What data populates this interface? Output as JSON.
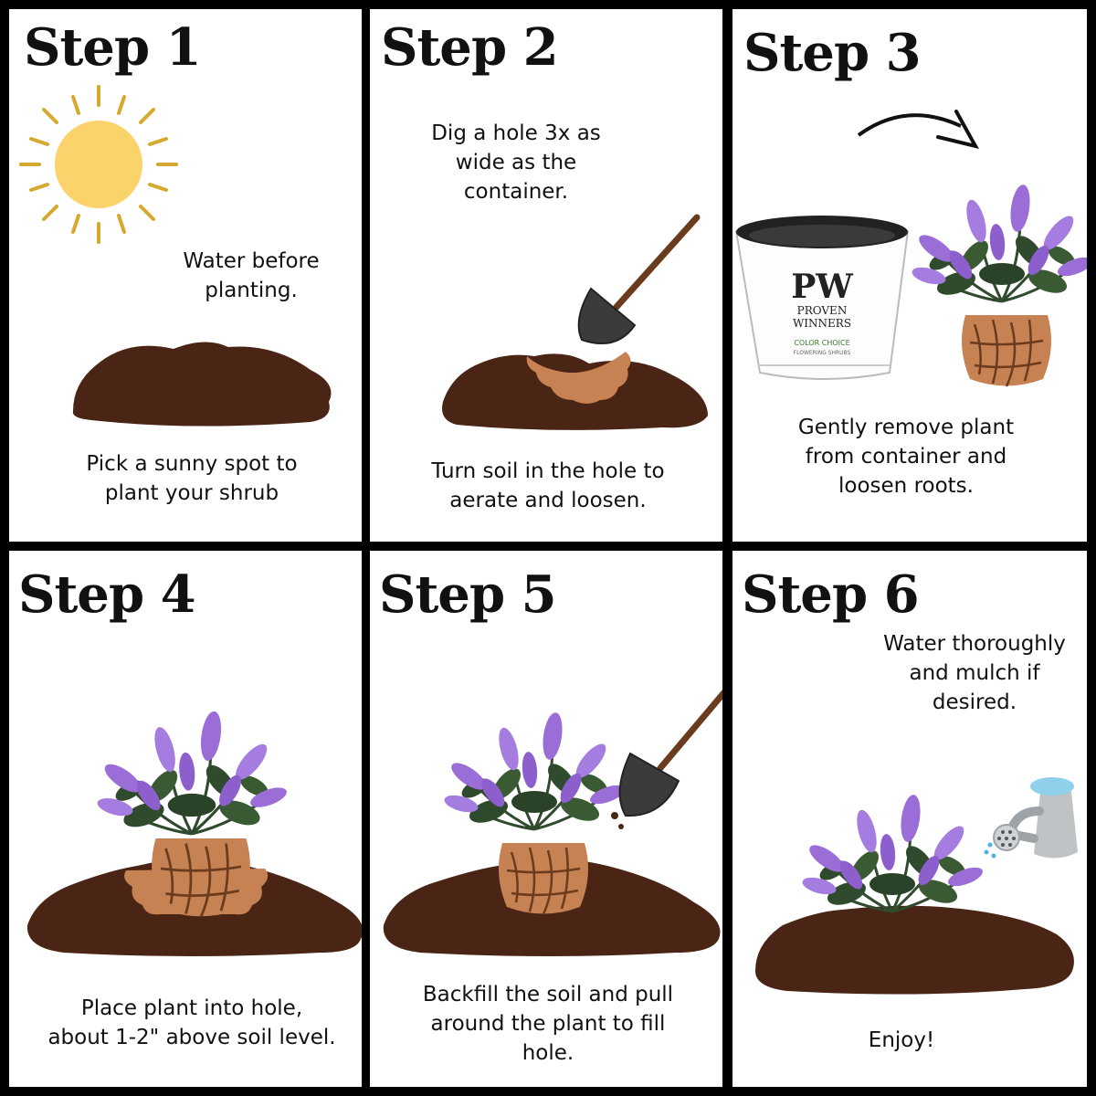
{
  "steps": [
    {
      "title": "Step 1",
      "captions": [
        "Water before\nplanting.",
        "Pick a sunny spot to\nplant your shrub"
      ]
    },
    {
      "title": "Step 2",
      "captions": [
        "Dig a hole 3x as\nwide as the\ncontainer.",
        "Turn soil in the hole to\naerate and loosen."
      ]
    },
    {
      "title": "Step 3",
      "captions": [
        "Gently remove plant\nfrom container and\nloosen roots."
      ]
    },
    {
      "title": "Step 4",
      "captions": [
        "Place plant into hole,\nabout 1-2\" above soil level."
      ]
    },
    {
      "title": "Step 5",
      "captions": [
        "Backfill the soil and pull\naround the plant to fill\nhole."
      ]
    },
    {
      "title": "Step 6",
      "captions": [
        "Water thoroughly\nand mulch if\ndesired.",
        "Enjoy!"
      ]
    }
  ],
  "pot_label": {
    "logo": "PW",
    "brand_line1": "PROVEN",
    "brand_line2": "WINNERS",
    "sub_brand": "COLOR CHOICE",
    "sub_line": "FLOWERING SHRUBS"
  },
  "colors": {
    "soil": "#4a2414",
    "root": "#c78254",
    "flower": "#9b6dd6",
    "leaf": "#2f4a2c",
    "sun": "#fad36b",
    "sun_ray": "#d6a830"
  },
  "icons": [
    "sun-icon",
    "shovel-icon",
    "arrow-icon",
    "watering-can-icon",
    "plant-pot-icon"
  ]
}
